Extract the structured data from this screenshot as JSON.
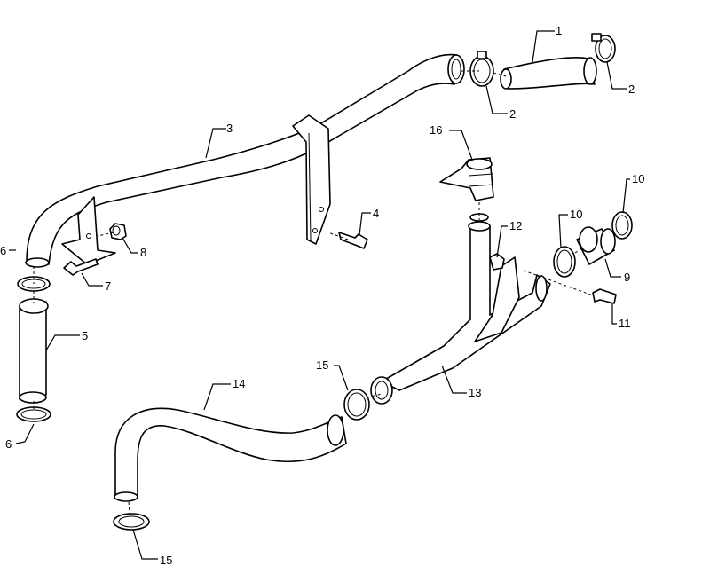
{
  "diagram": {
    "callouts": [
      {
        "id": "c1",
        "label": "1"
      },
      {
        "id": "c2a",
        "label": "2"
      },
      {
        "id": "c2b",
        "label": "2"
      },
      {
        "id": "c3",
        "label": "3"
      },
      {
        "id": "c4",
        "label": "4"
      },
      {
        "id": "c5",
        "label": "5"
      },
      {
        "id": "c6a",
        "label": "6"
      },
      {
        "id": "c6b",
        "label": "6"
      },
      {
        "id": "c7",
        "label": "7"
      },
      {
        "id": "c8",
        "label": "8"
      },
      {
        "id": "c9",
        "label": "9"
      },
      {
        "id": "c10a",
        "label": "10"
      },
      {
        "id": "c10b",
        "label": "10"
      },
      {
        "id": "c11",
        "label": "11"
      },
      {
        "id": "c12",
        "label": "12"
      },
      {
        "id": "c13",
        "label": "13"
      },
      {
        "id": "c14",
        "label": "14"
      },
      {
        "id": "c15a",
        "label": "15"
      },
      {
        "id": "c15b",
        "label": "15"
      },
      {
        "id": "c16",
        "label": "16"
      }
    ]
  }
}
